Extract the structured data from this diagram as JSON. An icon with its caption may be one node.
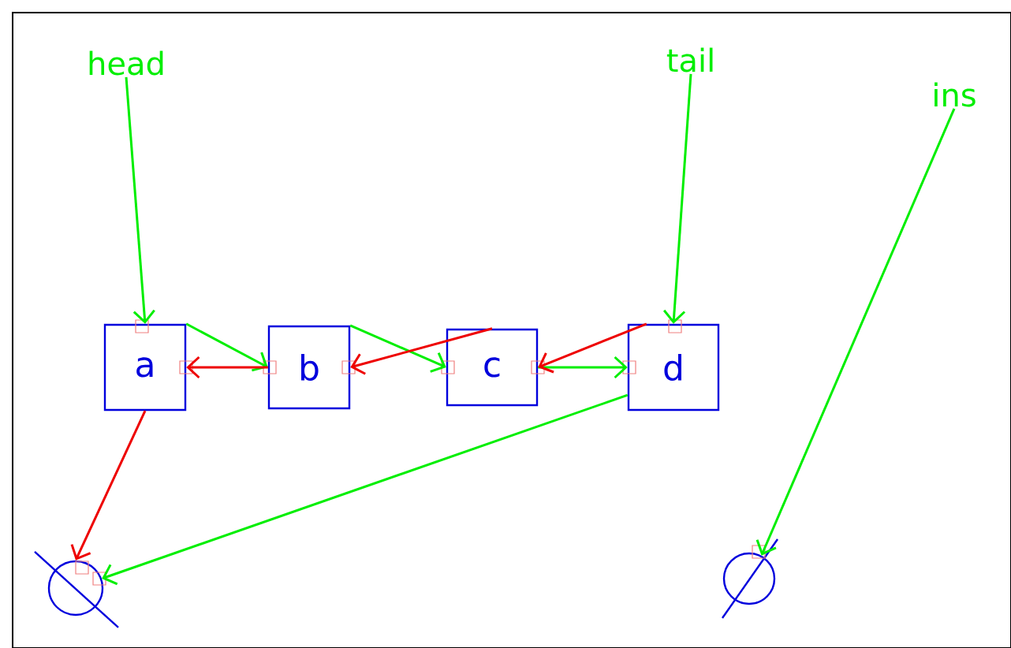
{
  "diagram": {
    "nodes": [
      {
        "text": [
          "head"
        ]
      },
      {
        "text": [
          "tail"
        ]
      },
      {
        "text": [
          "ins"
        ]
      },
      {
        "text": [
          "a"
        ]
      },
      {
        "text": [
          "b"
        ]
      },
      {
        "text": [
          "c"
        ]
      },
      {
        "text": [
          "d"
        ]
      },
      {
        "text": [],
        "shape": "circle"
      },
      {
        "text": [],
        "shape": "circle"
      }
    ],
    "edges": [
      {
        "from": 0,
        "to": 3,
        "arrow": "to"
      },
      {
        "from": 1,
        "to": 6,
        "arrow": "to"
      },
      {
        "from": 2,
        "to": 8,
        "arrow": "to"
      },
      {
        "from": 3,
        "to": 4,
        "arrow": "to"
      },
      {
        "from": 4,
        "to": 3,
        "arrow": "to",
        "color": "#ee0000"
      },
      {
        "from": 4,
        "to": 5,
        "arrow": "to"
      },
      {
        "from": 5,
        "to": 4,
        "arrow": "to",
        "color": "#ee0000"
      },
      {
        "from": 5,
        "to": 6,
        "arrow": "to"
      },
      {
        "from": 6,
        "to": 5,
        "arrow": "to",
        "color": "#ee0000"
      },
      {
        "from": 3,
        "to": 7,
        "arrow": "to",
        "color": "#ee0000"
      },
      {
        "from": 6,
        "to": 7,
        "arrow": "to"
      }
    ]
  }
}
